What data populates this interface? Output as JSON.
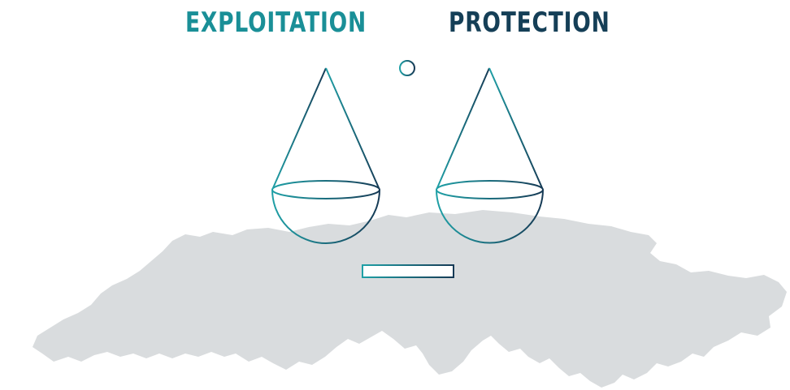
{
  "labels": {
    "left": "EXPLOITATION",
    "right": "PROTECTION"
  },
  "colors": {
    "left_label": "#1a8f97",
    "right_label": "#153f57",
    "map_fill": "#d9dcde",
    "scale_stroke_start": "#1fa0a6",
    "scale_stroke_end": "#163a55"
  },
  "icons": {
    "balance": "balance-scale-icon",
    "map": "switzerland-map-silhouette"
  }
}
